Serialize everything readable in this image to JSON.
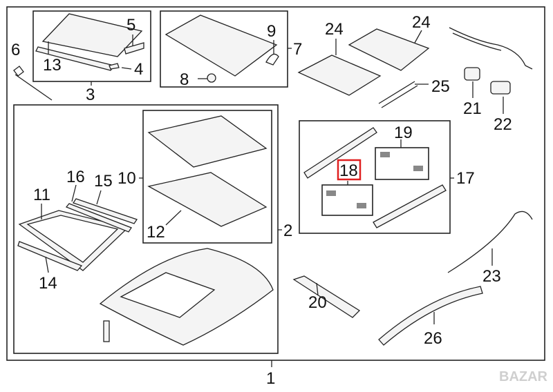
{
  "diagram": {
    "callouts": {
      "c1": "1",
      "c2": "2",
      "c3": "3",
      "c4": "4",
      "c5": "5",
      "c6": "6",
      "c7": "7",
      "c8": "8",
      "c9": "9",
      "c10": "10",
      "c11": "11",
      "c12": "12",
      "c13": "13",
      "c14": "14",
      "c15": "15",
      "c16": "16",
      "c17": "17",
      "c18": "18",
      "c19": "19",
      "c20": "20",
      "c21": "21",
      "c22": "22",
      "c23": "23",
      "c24a": "24",
      "c24b": "24",
      "c25": "25",
      "c26": "26"
    },
    "highlight": {
      "part": "18",
      "color": "#e02020"
    },
    "watermark": "BAZAR"
  }
}
